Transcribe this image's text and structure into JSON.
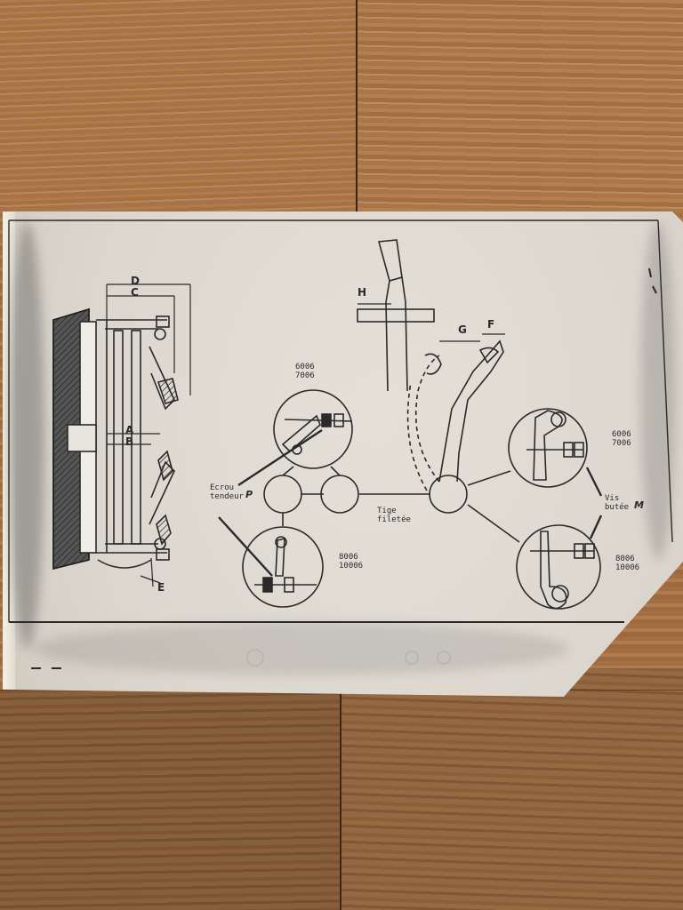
{
  "diagram": {
    "dimension_labels": {
      "d": "D",
      "c": "C",
      "a": "A",
      "b": "B",
      "e": "E",
      "h": "H",
      "g": "G",
      "f": "F"
    },
    "models_top_left": "6006\n7006",
    "models_bottom_left": "8006\n10006",
    "models_top_right": "6006\n7006",
    "models_bottom_right": "8006\n10006",
    "ecrou_tendeur": "Ecrou\ntendeur",
    "ecrou_letter": "P",
    "tige_filetee": "Tige\nfiletée",
    "vis_butee": "Vis\nbutée",
    "vis_letter": "M"
  },
  "colors": {
    "ink": "#2a2a2a",
    "paper": "#dcd7ce",
    "wood": "#a8764a"
  }
}
